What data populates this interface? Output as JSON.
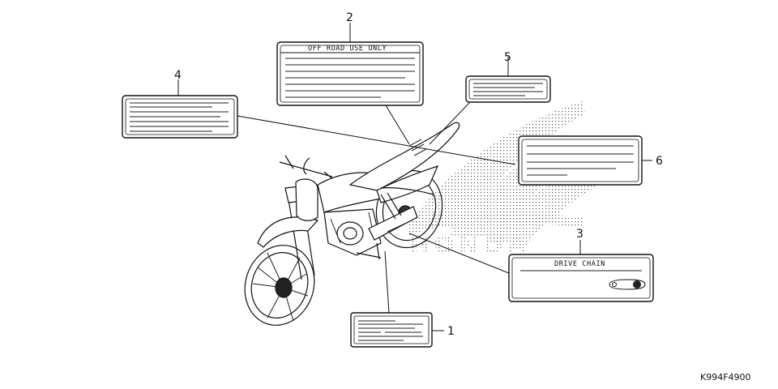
{
  "diagram": {
    "part_code": "K994F4900",
    "watermark_text": "HONDA",
    "callouts": [
      {
        "number": "1"
      },
      {
        "number": "2",
        "heading": "OFF ROAD  USE ONLY"
      },
      {
        "number": "3",
        "heading": "DRIVE  CHAIN"
      },
      {
        "number": "4"
      },
      {
        "number": "5"
      },
      {
        "number": "6"
      }
    ]
  }
}
